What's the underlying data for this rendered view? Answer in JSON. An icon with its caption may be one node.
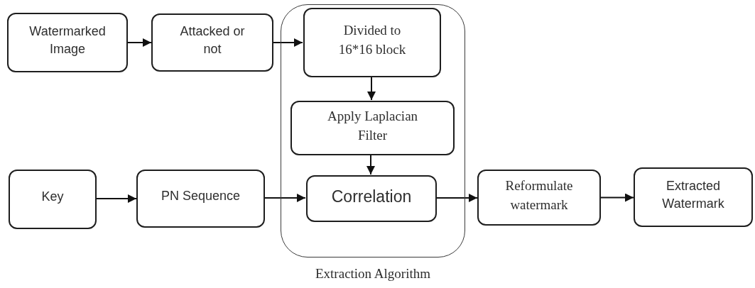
{
  "diagram": {
    "nodes": [
      {
        "text": [
          "Watermarked Image"
        ]
      },
      {
        "text": [
          "Attacked or not"
        ]
      },
      {
        "text": [
          "Extraction Algorithm"
        ]
      },
      {
        "text": [
          "Divided to 16*16 block"
        ],
        "in": 2
      },
      {
        "text": [
          "Apply Laplacian Filter"
        ],
        "in": 2
      },
      {
        "text": [
          "Correlation"
        ],
        "in": 2
      },
      {
        "text": [
          "Key"
        ]
      },
      {
        "text": [
          "PN Sequence"
        ]
      },
      {
        "text": [
          "Reformulate watermark"
        ]
      },
      {
        "text": [
          "Extracted Watermark"
        ]
      }
    ],
    "edges": [
      {
        "from": 0,
        "to": 1,
        "arrow": "to"
      },
      {
        "from": 1,
        "to": 3,
        "arrow": "to"
      },
      {
        "from": 3,
        "to": 4,
        "arrow": "to"
      },
      {
        "from": 4,
        "to": 5,
        "arrow": "to"
      },
      {
        "from": 6,
        "to": 7,
        "arrow": "to"
      },
      {
        "from": 7,
        "to": 5,
        "arrow": "to"
      },
      {
        "from": 5,
        "to": 8,
        "arrow": "to"
      },
      {
        "from": 8,
        "to": 9,
        "arrow": "to"
      }
    ]
  }
}
